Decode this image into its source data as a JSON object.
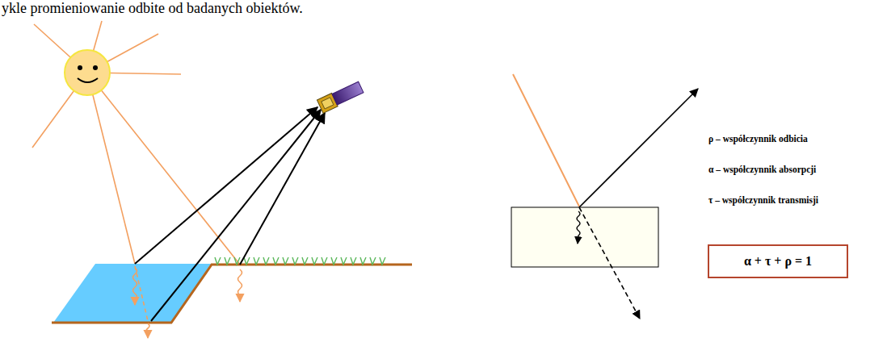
{
  "diagram": {
    "nodes": [
      {
        "text": [
          "α + τ + ρ = 1"
        ]
      }
    ],
    "labels": [
      "ykle promieniowanie odbite od badanych obiektów.",
      "ρ – współczynnik odbicia",
      "α – współczynnik absorpcji",
      "τ – współczynnik transmisji"
    ]
  }
}
